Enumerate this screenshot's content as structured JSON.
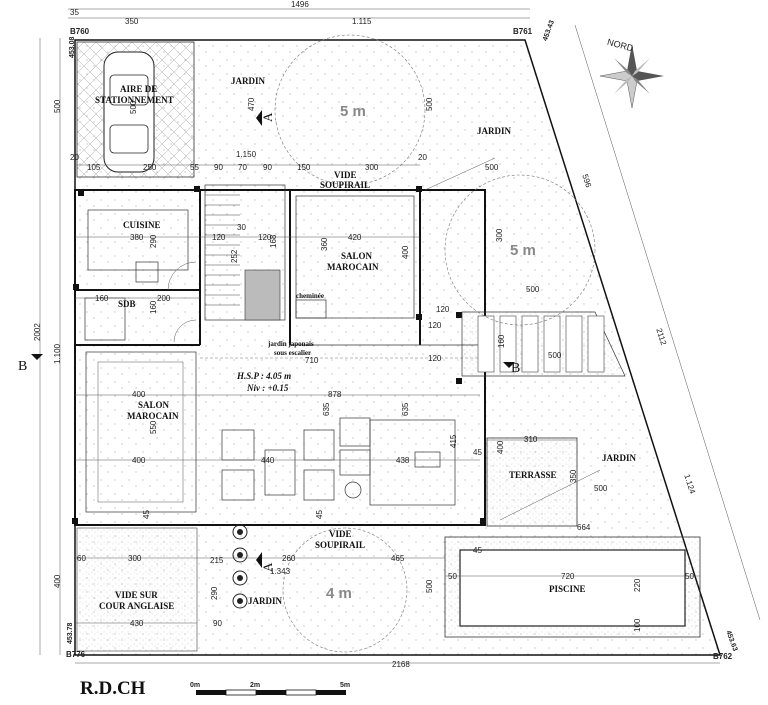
{
  "title": "R.D.CH",
  "north": "NORD",
  "scale": {
    "labels": [
      "0m",
      "2m",
      "5m"
    ]
  },
  "section_marks": {
    "a": "A",
    "b": "B"
  },
  "corners": [
    "B760",
    "B761",
    "B762",
    "B776"
  ],
  "levels": [
    "453.08",
    "453.43",
    "453.63",
    "453.78"
  ],
  "hsp": "H.S.P : 4.05 m",
  "niv": "Niv : +0.15",
  "circles": [
    "5 m",
    "5 m",
    "4 m"
  ],
  "rooms": {
    "parking_1": "AIRE DE",
    "parking_2": "STATIONNEMENT",
    "jardin": "JARDIN",
    "cuisine": "CUISINE",
    "sdb": "SDB",
    "salon_a_1": "SALON",
    "salon_a_2": "MAROCAIN",
    "salon_b_1": "SALON",
    "salon_b_2": "MAROCAIN",
    "vide1_1": "VIDE",
    "vide1_2": "SOUPIRAIL",
    "vide2_1": "VIDE",
    "vide2_2": "SOUPIRAIL",
    "cheminee": "cheminée",
    "japon_1": "jardin japonais",
    "japon_2": "sous escalier",
    "terrasse": "TERRASSE",
    "piscine": "PISCINE",
    "cour_1": "VIDE SUR",
    "cour_2": "COUR ANGLAISE"
  },
  "dims": {
    "d1496": "1496",
    "d35": "35",
    "d350": "350",
    "d1115": "1.115",
    "d500a": "500",
    "d470": "470",
    "d500b": "500",
    "d500c": "500",
    "d2002": "2002",
    "d1100": "1.100",
    "d400a": "400",
    "d1150": "1.150",
    "d20a": "20",
    "d105": "105",
    "d250": "250",
    "d55": "55",
    "d90a": "90",
    "d70": "70",
    "d90b": "90",
    "d150": "150",
    "d300a": "300",
    "d20b": "20",
    "d380": "380",
    "d120a": "120",
    "d30": "30",
    "d120b": "120",
    "d420": "420",
    "d290": "290",
    "d252": "252",
    "d168": "168",
    "d360": "360",
    "d400b": "400",
    "d300b": "300",
    "d160a": "160",
    "d200": "200",
    "d160b": "160",
    "d120c": "120",
    "d120d": "120",
    "d120e": "120",
    "d160c": "160",
    "d710": "710",
    "d400c": "400",
    "d878": "878",
    "d550": "550",
    "d400d": "400",
    "d440": "440",
    "d438": "438",
    "d635a": "635",
    "d635b": "635",
    "d415": "415",
    "d45a": "45",
    "d45b": "45",
    "d45c": "45",
    "d45d": "45",
    "d310": "310",
    "d350b": "350",
    "d400e": "400",
    "d60": "60",
    "d300c": "300",
    "d215": "215",
    "d260": "260",
    "d465": "465",
    "d1343": "1.343",
    "d664": "664",
    "d720": "720",
    "d220": "220",
    "d50a": "50",
    "d50b": "50",
    "d100": "100",
    "d430": "430",
    "d290b": "290",
    "d90c": "90",
    "d2168": "2168",
    "d2112": "2112",
    "d1124": "1.124",
    "d596": "596",
    "d500d": "500",
    "d500e": "500",
    "d500f": "500",
    "d500g": "500",
    "d500h": "500"
  }
}
